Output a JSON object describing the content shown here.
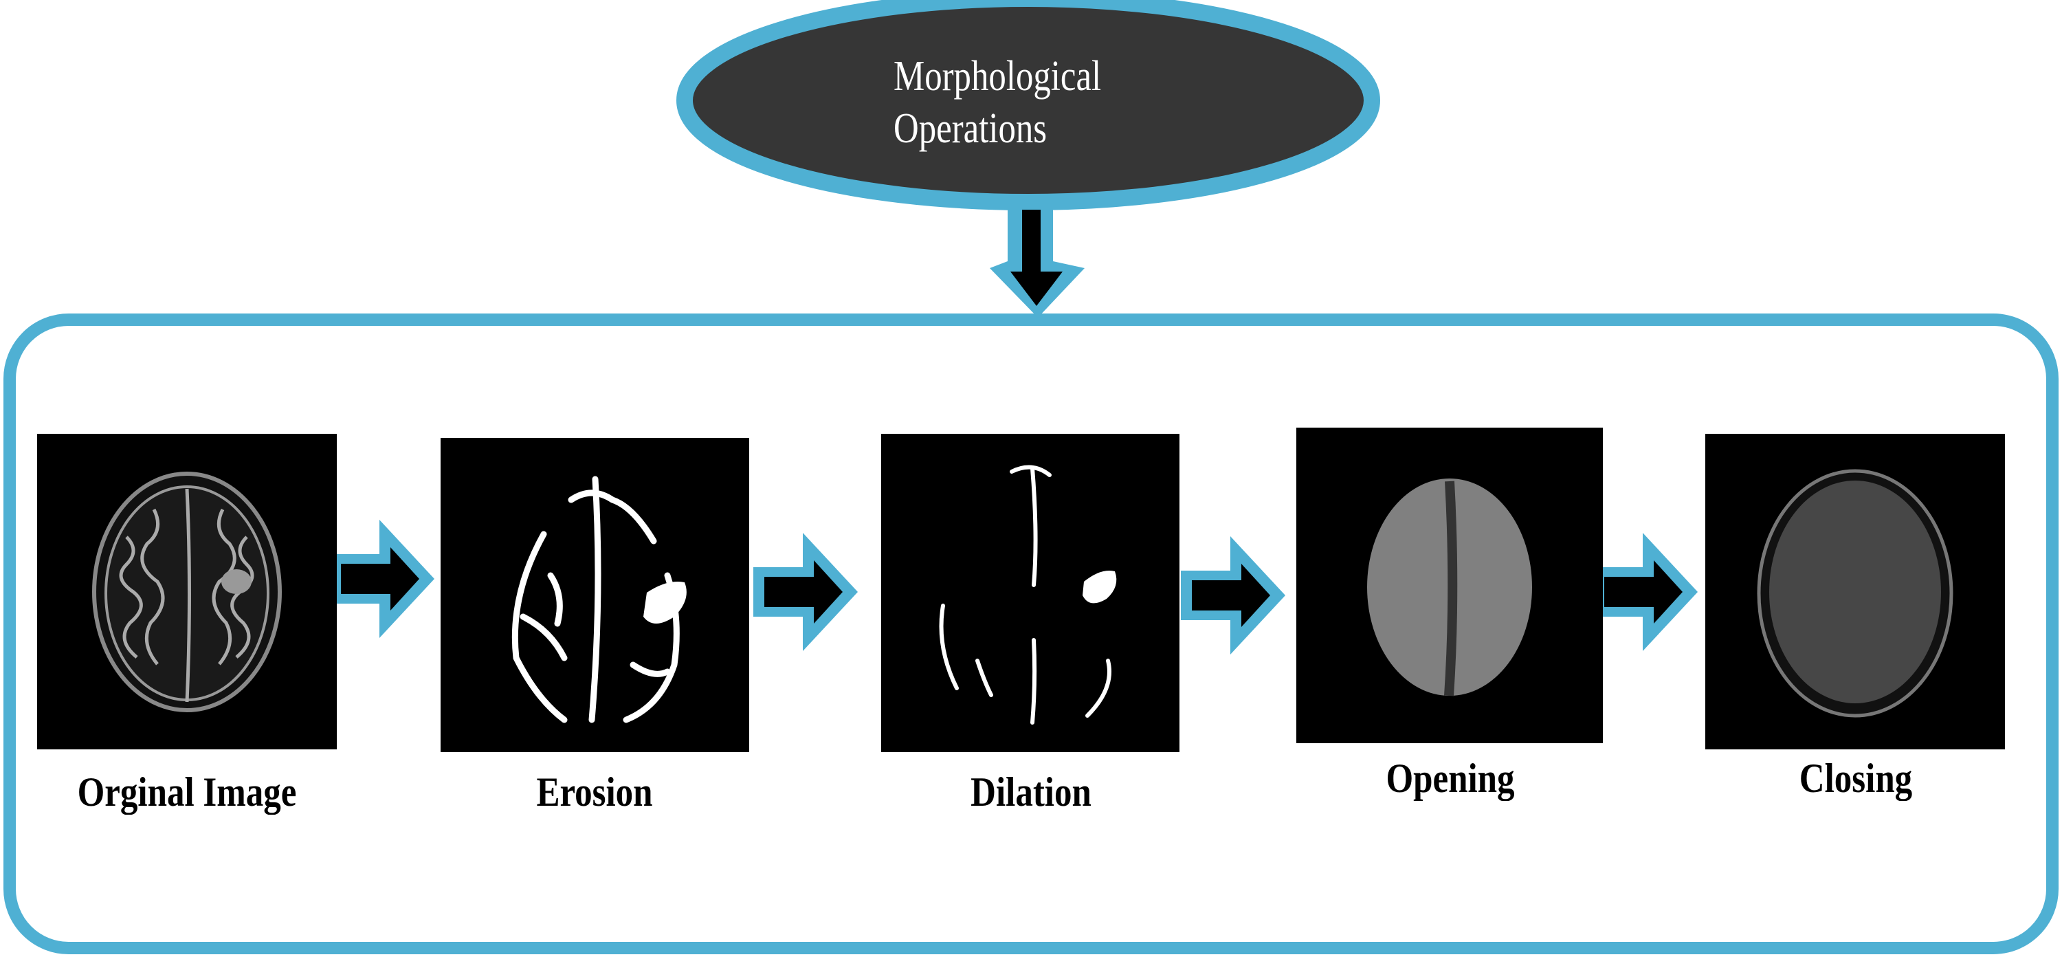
{
  "title": {
    "line1": "Morphological",
    "line2": "Operations"
  },
  "stages": [
    {
      "label": "Orginal Image"
    },
    {
      "label": "Erosion"
    },
    {
      "label": "Dilation"
    },
    {
      "label": "Opening"
    },
    {
      "label": "Closing"
    }
  ],
  "colors": {
    "accent": "#4fb0d3",
    "ellipse_fill": "#363636",
    "arrow_fill": "#000000"
  }
}
